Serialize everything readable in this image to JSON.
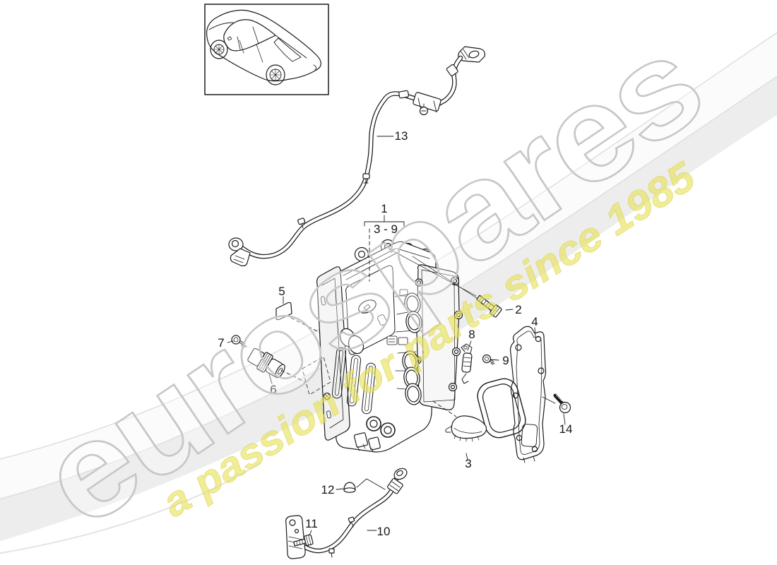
{
  "page": {
    "background_color": "#ffffff",
    "line_color": "#1b1b1b",
    "swoosh_color": "#ededed"
  },
  "watermark": {
    "brand": "eurospares",
    "tagline": "a passion for parts since 1985",
    "brand_outline_color": "#c7c7c7",
    "tagline_color": "#e8e35c"
  },
  "callouts": [
    {
      "label": "1"
    },
    {
      "label": "3 - 9"
    },
    {
      "label": "2"
    },
    {
      "label": "3"
    },
    {
      "label": "4"
    },
    {
      "label": "5"
    },
    {
      "label": "6"
    },
    {
      "label": "7"
    },
    {
      "label": "8"
    },
    {
      "label": "9"
    },
    {
      "label": "10"
    },
    {
      "label": "11"
    },
    {
      "label": "12"
    },
    {
      "label": "13"
    },
    {
      "label": "14"
    }
  ]
}
